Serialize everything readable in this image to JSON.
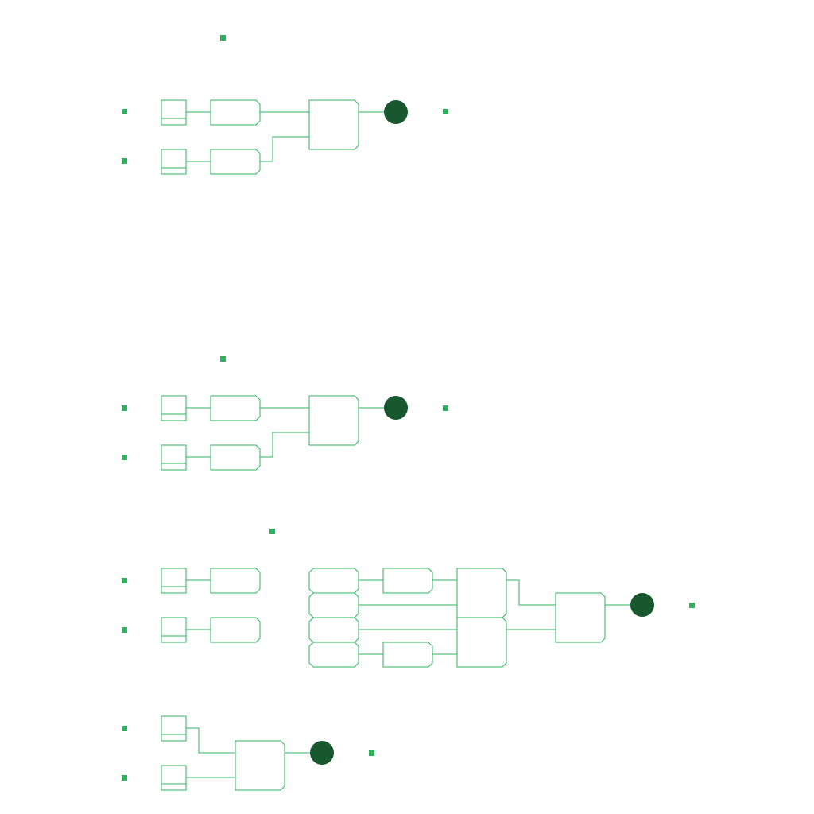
{
  "colors": {
    "line": "#2db35d",
    "marker": "#2db35d",
    "terminal": "#17582f",
    "background": "#ffffff"
  },
  "circuits": [
    {
      "id": "circuit-1",
      "inputs": 2,
      "and_gates": 1,
      "outputs": 1
    },
    {
      "id": "circuit-2",
      "inputs": 2,
      "and_gates": 1,
      "outputs": 1
    },
    {
      "id": "circuit-3",
      "inputs": 2,
      "logic_blocks": 4,
      "and_gates": 3,
      "outputs": 1
    },
    {
      "id": "circuit-4",
      "inputs": 2,
      "and_gates": 1,
      "outputs": 1
    }
  ]
}
